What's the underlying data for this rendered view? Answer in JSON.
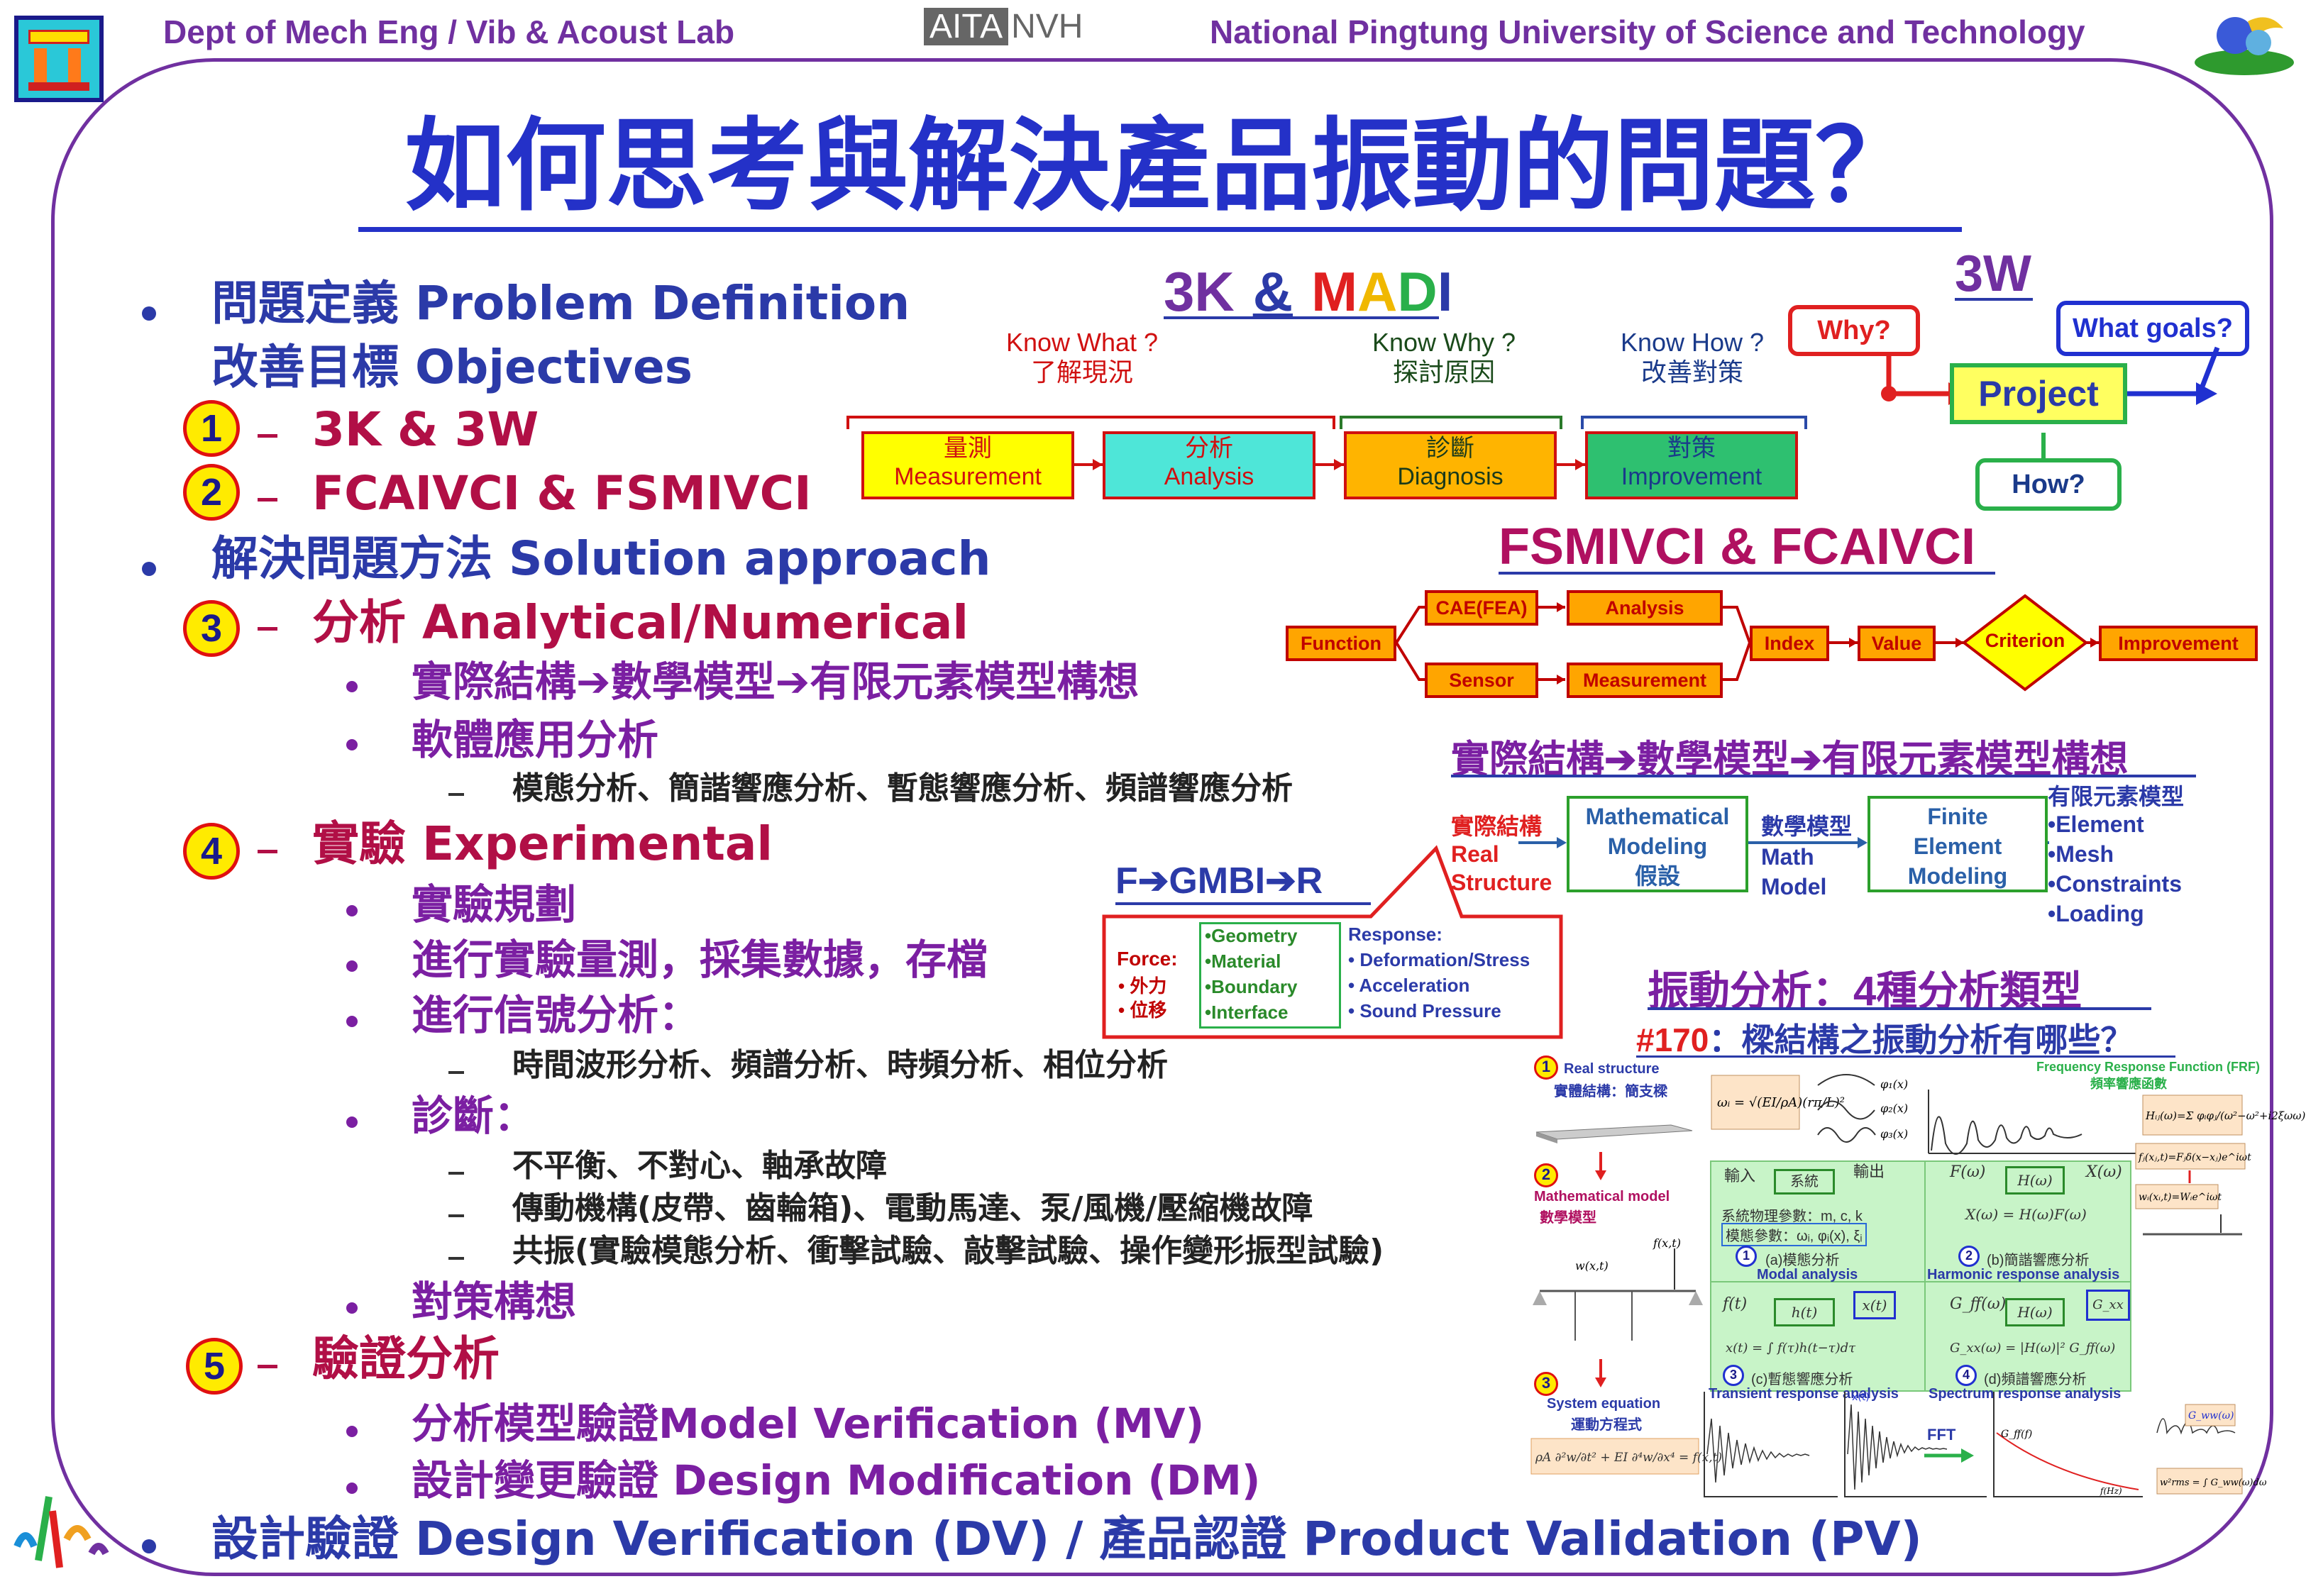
{
  "header": {
    "left": "Dept of Mech Eng / Vib & Acoust Lab",
    "center_brand_a": "AITA",
    "center_brand_b": "NVH",
    "right": "National Pingtung University of Science and Technology"
  },
  "title": "如何思考與解決產品振動的問題？",
  "outline": {
    "b1_line1": "問題定義 Problem Definition",
    "b1_line2": "改善目標 Objectives",
    "n1": "1",
    "n1_text": "3K & 3W",
    "n2": "2",
    "n2_text": "FCAIVCI & FSMIVCI",
    "b2": "解決問題方法 Solution approach",
    "n3": "3",
    "n3_text": "分析 Analytical/Numerical",
    "n3_s1": "實際結構➔數學模型➔有限元素模型構想",
    "n3_s2": "軟體應用分析",
    "n3_s2_d1": "模態分析、簡諧響應分析、暫態響應分析、頻譜響應分析",
    "n4": "4",
    "n4_text": "實驗 Experimental",
    "n4_s1": "實驗規劃",
    "n4_s2": "進行實驗量測，採集數據，存檔",
    "n4_s3": "進行信號分析：",
    "n4_s3_d1": "時間波形分析、頻譜分析、時頻分析、相位分析",
    "n4_s4": "診斷：",
    "n4_s4_d1": "不平衡、不對心、軸承故障",
    "n4_s4_d2": "傳動機構(皮帶、齒輪箱)、電動馬達、泵/風機/壓縮機故障",
    "n4_s4_d3": "共振(實驗模態分析、衝擊試驗、敲擊試驗、操作變形振型試驗)",
    "n4_s5": "對策構想",
    "n5": "5",
    "n5_text": "驗證分析",
    "n5_s1": "分析模型驗證Model Verification (MV)",
    "n5_s2": "設計變更驗證 Design Modification (DM)",
    "b3": "設計驗證 Design Verification (DV) / 產品認證 Product Validation (PV)"
  },
  "k3": {
    "title_a": "3K",
    "title_amp": "&",
    "title_m": "M",
    "title_a2": "A",
    "title_d": "D",
    "title_i": "I",
    "kw_en": "Know What ?",
    "kw_zh": "了解現況",
    "ky_en": "Know Why ?",
    "ky_zh": "探討原因",
    "kh_en": "Know How ?",
    "kh_zh": "改善對策",
    "m_zh": "量測",
    "m_en": "Measurement",
    "a_zh": "分析",
    "a_en": "Analysis",
    "d_zh": "診斷",
    "d_en": "Diagnosis",
    "i_zh": "對策",
    "i_en": "Improvement"
  },
  "w3": {
    "title": "3W",
    "why": "Why?",
    "project": "Project",
    "what": "What goals?",
    "how": "How?"
  },
  "fsm": {
    "title_a": "FSMIVCI",
    "title_amp": " & ",
    "title_b": "FCAIVCI",
    "function": "Function",
    "cae": "CAE(FEA)",
    "analysis": "Analysis",
    "sensor": "Sensor",
    "measurement": "Measurement",
    "index": "Index",
    "value": "Value",
    "criterion": "Criterion",
    "improvement": "Improvement"
  },
  "model": {
    "title": "實際結構➔數學模型➔有限元素模型構想",
    "real_zh": "實際結構",
    "real_en1": "Real",
    "real_en2": "Structure",
    "math1": "Mathematical",
    "math2": "Modeling",
    "math3": "假設",
    "mm_zh": "數學模型",
    "mm_en1": "Math",
    "mm_en2": "Model",
    "fe1": "Finite",
    "fe2": "Element",
    "fe3": "Modeling",
    "fem_zh": "有限元素模型",
    "fem1": "•Element",
    "fem2": "•Mesh",
    "fem3": "•Constraints",
    "fem4": "•Loading"
  },
  "fgmbi": {
    "title": "F➔GMBI➔R",
    "force": "Force:",
    "force1": "• 外力",
    "force2": "• 位移",
    "g1": "•Geometry",
    "g2": "•Material",
    "g3": "•Boundary",
    "g4": "•Interface",
    "resp": "Response:",
    "r1": "• Deformation/Stress",
    "r2": "• Acceleration",
    "r3": "• Sound Pressure"
  },
  "vib": {
    "title": "振動分析：4種分析類型",
    "sub_num": "#170",
    "sub_text": "：樑結構之振動分析有哪些？",
    "c1_en": "Real structure",
    "c1_zh": "實體結構：簡支樑",
    "c2_en": "Mathematical model",
    "c2_zh": "數學模型",
    "c3_en": "System equation",
    "c3_zh": "運動方程式",
    "frf_en": "Frequency Response Function (FRF)",
    "frf_zh": "頻率響應函數",
    "input": "輸入",
    "system": "系統",
    "output": "輸出",
    "params1": "系統物理參數：m, c, k",
    "params2": "模態參數：ωᵢ, φᵢ(x), ξᵢ",
    "q1_zh": "(a)模態分析",
    "q1_en": "Modal analysis",
    "q2_zh": "(b)簡諧響應分析",
    "q2_en": "Harmonic response analysis",
    "q3_zh": "(c)暫態響應分析",
    "q3_en": "Transient response analysis",
    "q4_zh": "(d)頻譜響應分析",
    "q4_en": "Spectrum response analysis",
    "fft": "FFT"
  }
}
